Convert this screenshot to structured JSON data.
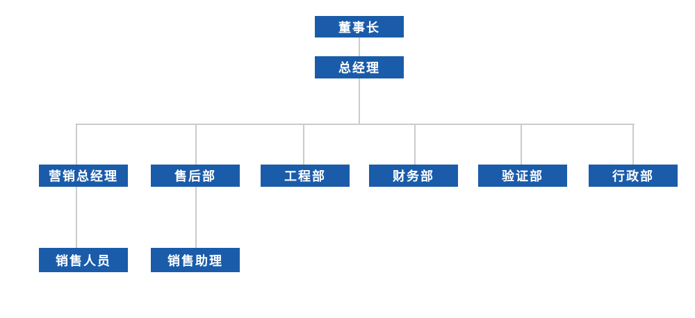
{
  "diagram": {
    "type": "org-chart",
    "colors": {
      "canvas_bg": "#FFFFFF",
      "node_bg": "#1A5CA9",
      "node_text": "#FFFFFF",
      "connector": "#CBCBCB"
    },
    "nodes": [
      {
        "id": "chairman",
        "label": "董事长",
        "level": 1,
        "reports_to": null
      },
      {
        "id": "general-manager",
        "label": "总经理",
        "level": 2,
        "reports_to": "chairman"
      },
      {
        "id": "marketing-gm",
        "label": "营销总经理",
        "level": 3,
        "reports_to": "general-manager"
      },
      {
        "id": "after-sales-dept",
        "label": "售后部",
        "level": 3,
        "reports_to": "general-manager"
      },
      {
        "id": "engineering-dept",
        "label": "工程部",
        "level": 3,
        "reports_to": "general-manager"
      },
      {
        "id": "finance-dept",
        "label": "财务部",
        "level": 3,
        "reports_to": "general-manager"
      },
      {
        "id": "verification-dept",
        "label": "验证部",
        "level": 3,
        "reports_to": "general-manager"
      },
      {
        "id": "administration-dept",
        "label": "行政部",
        "level": 3,
        "reports_to": "general-manager"
      },
      {
        "id": "sales-staff",
        "label": "销售人员",
        "level": 4,
        "reports_to": "marketing-gm"
      },
      {
        "id": "sales-assistant",
        "label": "销售助理",
        "level": 4,
        "reports_to": "after-sales-dept"
      }
    ]
  }
}
